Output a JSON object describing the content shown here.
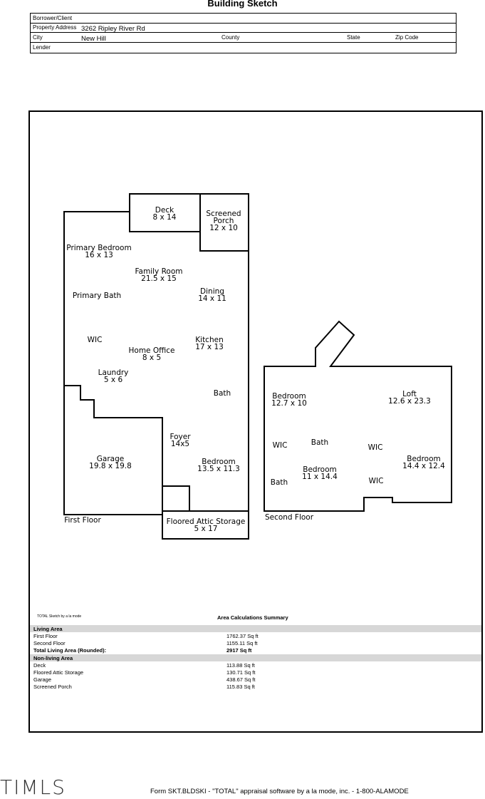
{
  "title": "Building Sketch",
  "header": {
    "borrower_label": "Borrower/Client",
    "address_label": "Property Address",
    "address_value": "3262 Ripley River Rd",
    "city_label": "City",
    "city_value": "New Hill",
    "county_label": "County",
    "state_label": "State",
    "zip_label": "Zip Code",
    "lender_label": "Lender"
  },
  "rooms": {
    "deck": [
      "Deck",
      "8 x 14"
    ],
    "screened_porch": [
      "Screened",
      "Porch",
      "12 x 10"
    ],
    "primary_bedroom": [
      "Primary Bedroom",
      "16 x 13"
    ],
    "family_room": [
      "Family Room",
      "21.5 x 15"
    ],
    "primary_bath": [
      "Primary Bath"
    ],
    "dining": [
      "Dining",
      "14 x 11"
    ],
    "wic_first": [
      "WIC"
    ],
    "home_office": [
      "Home Office",
      "8 x 5"
    ],
    "kitchen": [
      "Kitchen",
      "17 x 13"
    ],
    "laundry": [
      "Laundry",
      "5 x 6"
    ],
    "bath_first": [
      "Bath"
    ],
    "foyer": [
      "Foyer",
      "14x5"
    ],
    "garage": [
      "Garage",
      "19.8 x 19.8"
    ],
    "bedroom_first": [
      "Bedroom",
      "13.5 x 11.3"
    ],
    "attic": [
      "Floored Attic Storage",
      "5 x 17"
    ],
    "bedroom_s1": [
      "Bedroom",
      "12.7 x 10"
    ],
    "loft": [
      "Loft",
      "12.6 x 23.3"
    ],
    "wic_s1": [
      "WIC"
    ],
    "bath_s1": [
      "Bath"
    ],
    "wic_s2": [
      "WIC"
    ],
    "bedroom_s2": [
      "Bedroom",
      "11 x 14.4"
    ],
    "bedroom_s3": [
      "Bedroom",
      "14.4 x 12.4"
    ],
    "bath_s2": [
      "Bath"
    ],
    "wic_s3": [
      "WIC"
    ]
  },
  "floor_labels": {
    "first": "First Floor",
    "second": "Second Floor"
  },
  "credit": "TOTAL Sketch by a la mode",
  "summary": {
    "title": "Area Calculations Summary",
    "living_header": "Living Area",
    "living": [
      {
        "name": "First Floor",
        "value": "1762.37 Sq ft"
      },
      {
        "name": "Second Floor",
        "value": "1155.11 Sq ft"
      }
    ],
    "total": {
      "name": "Total Living Area (Rounded):",
      "value": "2917 Sq ft"
    },
    "nonliving_header": "Non-living Area",
    "nonliving": [
      {
        "name": "Deck",
        "value": "113.88 Sq ft"
      },
      {
        "name": "Floored Attic Storage",
        "value": "130.71 Sq ft"
      },
      {
        "name": "Garage",
        "value": "438.67 Sq ft"
      },
      {
        "name": "Screened Porch",
        "value": "115.83 Sq ft"
      }
    ]
  },
  "logo": "TIMLS",
  "footer": "Form SKT.BLDSKI - \"TOTAL\" appraisal software by a la mode, inc. - 1-800-ALAMODE"
}
